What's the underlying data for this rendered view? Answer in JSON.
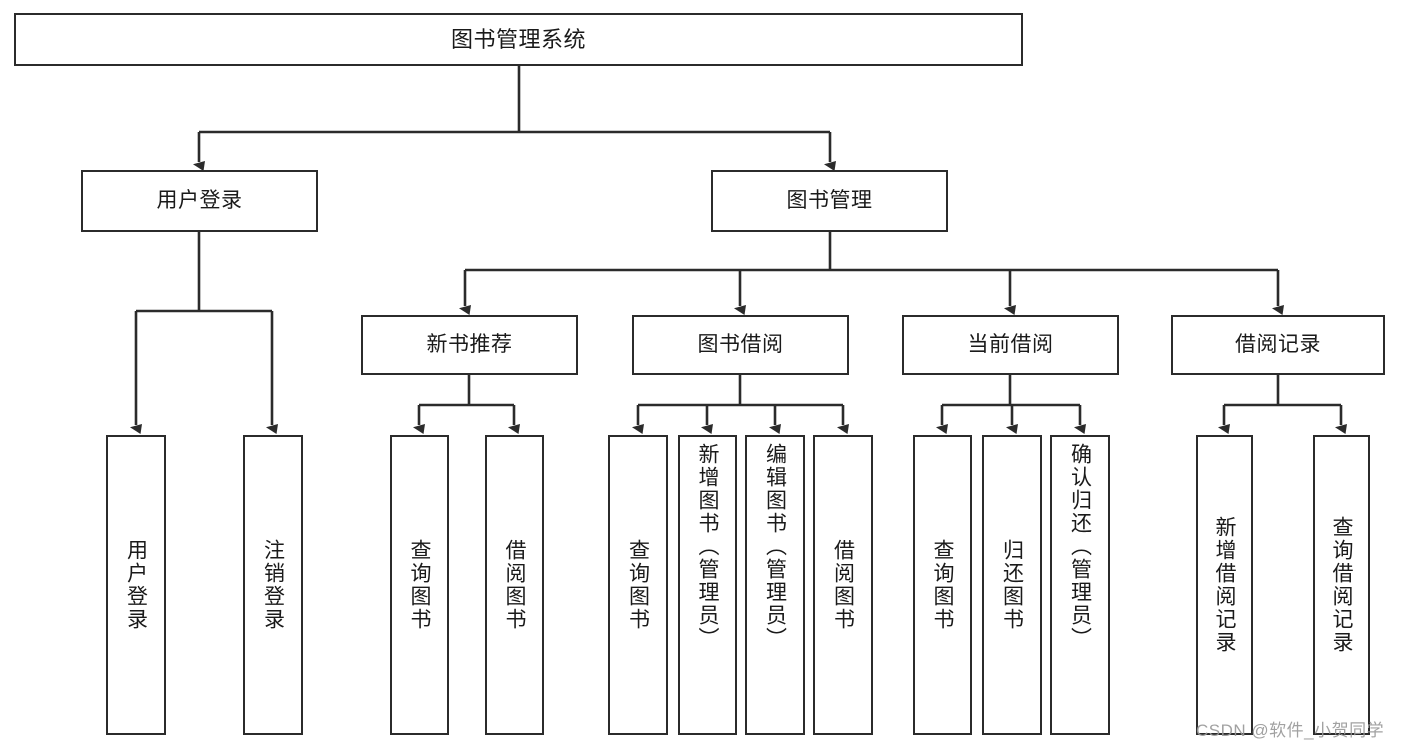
{
  "diagram": {
    "title": "图书管理系统",
    "type": "tree",
    "background_color": "#ffffff",
    "box_border_color": "#2b2b2b",
    "box_fill_color": "#ffffff",
    "text_color": "#1a1a1a",
    "connector_color": "#2b2b2b"
  },
  "root": {
    "label": "图书管理系统"
  },
  "branches": [
    {
      "label": "用户登录"
    },
    {
      "label": "图书管理"
    }
  ],
  "groups": [
    {
      "label": "新书推荐"
    },
    {
      "label": "图书借阅"
    },
    {
      "label": "当前借阅"
    },
    {
      "label": "借阅记录"
    }
  ],
  "leaves": {
    "user_login": [
      {
        "label": "用户登录"
      },
      {
        "label": "注销登录"
      }
    ],
    "new_book_recommend": [
      {
        "label": "查询图书"
      },
      {
        "label": "借阅图书"
      }
    ],
    "book_borrow": [
      {
        "label": "查询图书"
      },
      {
        "label": "新增图书（管理员）"
      },
      {
        "label": "编辑图书（管理员）"
      },
      {
        "label": "借阅图书"
      }
    ],
    "current_borrow": [
      {
        "label": "查询图书"
      },
      {
        "label": "归还图书"
      },
      {
        "label": "确认归还（管理员）"
      }
    ],
    "borrow_record": [
      {
        "label": "新增借阅记录"
      },
      {
        "label": "查询借阅记录"
      }
    ]
  },
  "watermark": {
    "text": "CSDN @软件_小贺同学"
  }
}
